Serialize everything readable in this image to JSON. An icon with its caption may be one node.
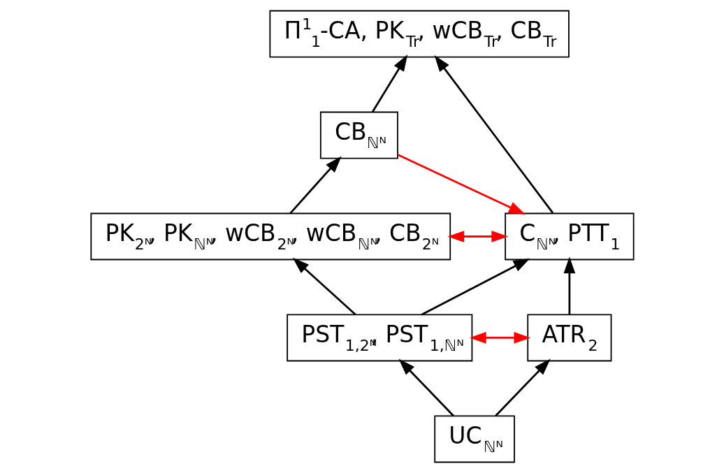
{
  "diagram": {
    "nodes": [
      {
        "text": [
          "Π$^{1}$$_{1}$-CA, PK$_{Tr}$, wCB$_{Tr}$, CB$_{Tr}$"
        ]
      },
      {
        "text": [
          "CB$_{ℕᴺ}$"
        ]
      },
      {
        "text": [
          "PK$_{2ᴺ}$, PK$_{ℕᴺ}$, wCB$_{2ᴺ}$, wCB$_{ℕᴺ}$, CB$_{2ᴺ}$"
        ]
      },
      {
        "text": [
          "C$_{ℕᴺ}$, PTT$_{1}$"
        ]
      },
      {
        "text": [
          "PST$_{1,2ᴺ}$, PST$_{1,ℕᴺ}$"
        ]
      },
      {
        "text": [
          "ATR$_{2}$"
        ]
      },
      {
        "text": [
          "UC$_{ℕᴺ}$"
        ]
      }
    ],
    "edges": [
      {
        "from": 3,
        "to": 0,
        "arrow": "to"
      },
      {
        "from": 1,
        "to": 0,
        "arrow": "to"
      },
      {
        "from": 2,
        "to": 1,
        "arrow": "to"
      },
      {
        "from": 1,
        "to": 3,
        "arrow": "to",
        "color": "#ff0000"
      },
      {
        "from": 2,
        "to": 3,
        "arrow": "both",
        "color": "#ff0000"
      },
      {
        "from": 4,
        "to": 3,
        "arrow": "to"
      },
      {
        "from": 4,
        "to": 2,
        "arrow": "to"
      },
      {
        "from": 5,
        "to": 3,
        "arrow": "to"
      },
      {
        "from": 4,
        "to": 5,
        "arrow": "both",
        "color": "#ff0000"
      },
      {
        "from": 6,
        "to": 5,
        "arrow": "to"
      },
      {
        "from": 6,
        "to": 4,
        "arrow": "to"
      }
    ]
  }
}
